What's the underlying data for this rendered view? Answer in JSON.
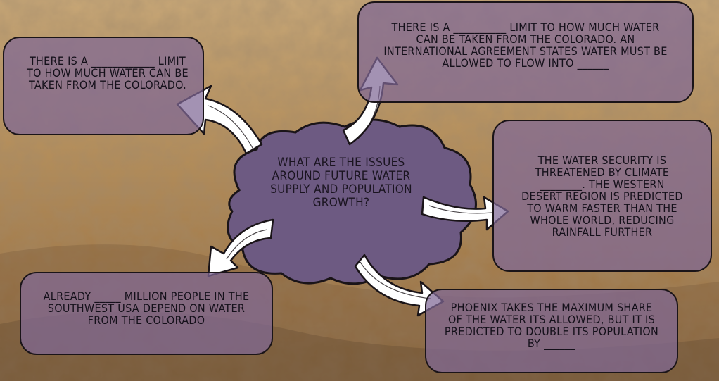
{
  "central_question": "WHAT ARE THE ISSUES AROUND FUTURE WATER SUPPLY AND POPULATION GROWTH?",
  "boxes": {
    "top_left": "THERE IS A ____________ LIMIT TO HOW MUCH WATER CAN BE TAKEN FROM THE COLORADO.",
    "top_right": "THERE IS A __________ LIMIT TO HOW MUCH WATER CAN BE TAKEN FROM THE COLORADO. AN INTERNATIONAL AGREEMENT STATES WATER MUST BE ALLOWED TO FLOW INTO ______",
    "right": "THE WATER SECURITY IS THREATENED BY CLIMATE ________. THE WESTERN DESERT REGION IS PREDICTED TO WARM FASTER THAN THE WHOLE WORLD, REDUCING RAINFALL FURTHER",
    "bottom_left": "ALREADY _____ MILLION PEOPLE IN THE SOUTHWEST USA DEPEND ON WATER FROM THE COLORADO",
    "bottom_right": "PHOENIX TAKES THE MAXIMUM SHARE OF THE WATER ITS ALLOWED, BUT IT IS PREDICTED TO DOUBLE ITS POPULATION BY ______"
  },
  "colors": {
    "box_fill": "#80689680",
    "cloud_fill": "#6d5a82",
    "outline": "#1a1418",
    "arrow_fill": "#ffffff"
  }
}
